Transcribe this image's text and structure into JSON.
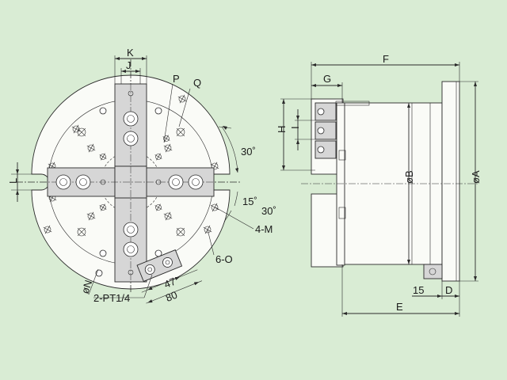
{
  "colors": {
    "background": "#d9ecd4",
    "line": "#2a2a2a",
    "part_fill": "#fafbf7",
    "jaw_fill": "#d6d6d6"
  },
  "labels": {
    "K": "K",
    "J": "J",
    "P": "P",
    "Q": "Q",
    "L": "L",
    "angle1": "30˚",
    "angle2": "15˚",
    "angle3": "30˚",
    "M": "4-M",
    "O": "6-O",
    "N": "øN",
    "pt": "2-PT1/4",
    "dim47": "47",
    "dim80": "80",
    "F": "F",
    "G": "G",
    "H": "H",
    "I": "I",
    "B": "øB",
    "A": "øA",
    "E": "E",
    "dim15": "15",
    "D": "D"
  }
}
